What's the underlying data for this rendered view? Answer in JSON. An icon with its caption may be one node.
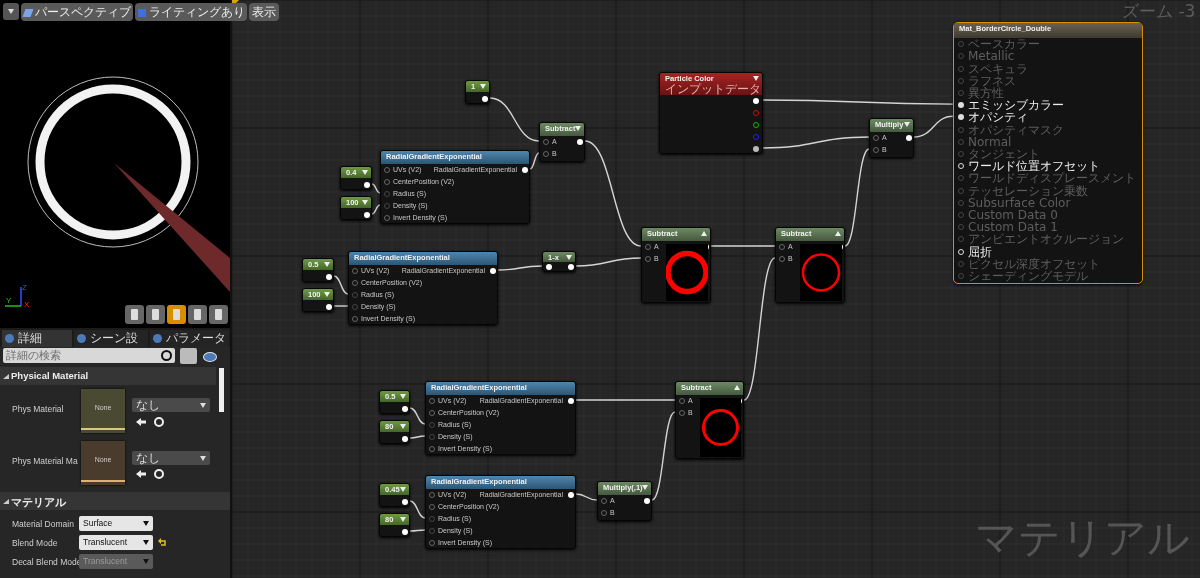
{
  "diagram": {
    "nodes": [
      {
        "text": [
          "Mat_BorderCircle_Double",
          "ベースカラー",
          "Metallic",
          "スペキュラ",
          "ラフネス",
          "異方性",
          "エミッシブカラー",
          "オパシティ",
          "オパシティマスク",
          "Normal",
          "タンジェント",
          "ワールド位置オフセット",
          "ワールドディスプレースメント",
          "テッセレーション乗数",
          "Subsurface Color",
          "Custom Data 0",
          "Custom Data 1",
          "アンビエントオクルージョン",
          "屈折",
          "ピクセル深度オフセット",
          "シェーディングモデル"
        ]
      },
      {
        "text": [
          "Particle Color",
          "インプットデータ"
        ]
      },
      {
        "text": [
          "1"
        ]
      },
      {
        "text": [
          "Subtract",
          "A",
          "B"
        ]
      },
      {
        "text": [
          "Multiply",
          "A",
          "B"
        ]
      },
      {
        "text": [
          "RadialGradientExponential",
          "UVs (V2)",
          "RadialGradientExponential",
          "CenterPosition (V2)",
          "Radius (S)",
          "Density (S)",
          "Invert Density (S)"
        ]
      },
      {
        "text": [
          "0.4"
        ]
      },
      {
        "text": [
          "100"
        ]
      },
      {
        "text": [
          "Subtract",
          "A",
          "B"
        ]
      },
      {
        "text": [
          "Subtract",
          "A",
          "B"
        ]
      },
      {
        "text": [
          "RadialGradientExponential",
          "UVs (V2)",
          "RadialGradientExponential",
          "CenterPosition (V2)",
          "Radius (S)",
          "Density (S)",
          "Invert Density (S)"
        ]
      },
      {
        "text": [
          "0.5"
        ]
      },
      {
        "text": [
          "100"
        ]
      },
      {
        "text": [
          "1-x"
        ]
      },
      {
        "text": [
          "Subtract",
          "A",
          "B"
        ]
      },
      {
        "text": [
          "RadialGradientExponential",
          "UVs (V2)",
          "RadialGradientExponential",
          "CenterPosition (V2)",
          "Radius (S)",
          "Density (S)",
          "Invert Density (S)"
        ]
      },
      {
        "text": [
          "0.5"
        ]
      },
      {
        "text": [
          "80"
        ]
      },
      {
        "text": [
          "RadialGradientExponential",
          "UVs (V2)",
          "RadialGradientExponential",
          "CenterPosition (V2)",
          "Radius (S)",
          "Density (S)",
          "Invert Density (S)"
        ]
      },
      {
        "text": [
          "0.45"
        ]
      },
      {
        "text": [
          "80"
        ]
      },
      {
        "text": [
          "Multiply(,1)",
          "A",
          "B"
        ]
      }
    ],
    "edges": [
      {
        "from": 2,
        "to": 3,
        "arrow": "none"
      },
      {
        "from": 5,
        "to": 3,
        "arrow": "none"
      },
      {
        "from": 6,
        "to": 5,
        "arrow": "none"
      },
      {
        "from": 7,
        "to": 5,
        "arrow": "none"
      },
      {
        "from": 3,
        "to": 8,
        "arrow": "none"
      },
      {
        "from": 11,
        "to": 10,
        "arrow": "none"
      },
      {
        "from": 12,
        "to": 10,
        "arrow": "none"
      },
      {
        "from": 10,
        "to": 13,
        "arrow": "none"
      },
      {
        "from": 13,
        "to": 8,
        "arrow": "none"
      },
      {
        "from": 8,
        "to": 9,
        "arrow": "none"
      },
      {
        "from": 14,
        "to": 9,
        "arrow": "none"
      },
      {
        "from": 9,
        "to": 4,
        "arrow": "none"
      },
      {
        "from": 1,
        "to": 4,
        "arrow": "none"
      },
      {
        "from": 1,
        "to": 0,
        "arrow": "none"
      },
      {
        "from": 4,
        "to": 0,
        "arrow": "none"
      },
      {
        "from": 16,
        "to": 15,
        "arrow": "none"
      },
      {
        "from": 17,
        "to": 15,
        "arrow": "none"
      },
      {
        "from": 15,
        "to": 14,
        "arrow": "none"
      },
      {
        "from": 19,
        "to": 18,
        "arrow": "none"
      },
      {
        "from": 20,
        "to": 18,
        "arrow": "none"
      },
      {
        "from": 18,
        "to": 21,
        "arrow": "none"
      },
      {
        "from": 21,
        "to": 14,
        "arrow": "none"
      }
    ],
    "labels": [
      "パースペクティブ",
      "ライティングあり",
      "表示",
      "Z",
      "Y",
      "X",
      "詳細",
      "シーン設",
      "パラメータ",
      "詳細の検索",
      "Physical Material",
      "Phys Material",
      "None",
      "なし",
      "Phys Material Ma",
      "None",
      "なし",
      "マテリアル",
      "Material Domain",
      "Surface",
      "Blend Mode",
      "Translucent",
      "Decal Blend Mode",
      "Translucent",
      "ズーム -3",
      "マテリアル"
    ]
  }
}
